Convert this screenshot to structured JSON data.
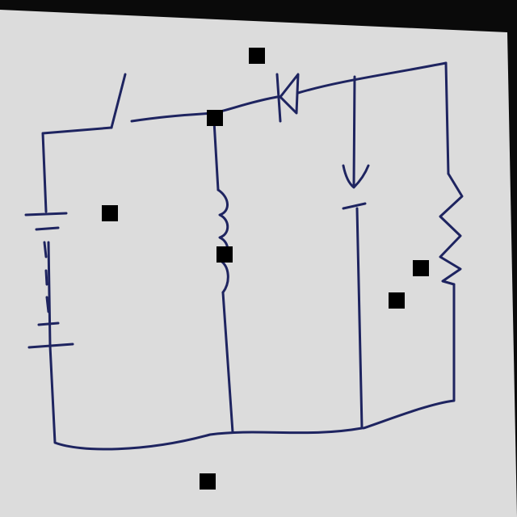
{
  "colors": {
    "paper": "#dcdcdc",
    "background": "#0a0a0a",
    "ink": "#1e2460",
    "marker": "#000000"
  },
  "components": [
    {
      "kind": "battery"
    },
    {
      "kind": "switch",
      "state": "open"
    },
    {
      "kind": "inductor"
    },
    {
      "kind": "diode"
    },
    {
      "kind": "capacitor"
    },
    {
      "kind": "resistor"
    }
  ],
  "markers": 8
}
